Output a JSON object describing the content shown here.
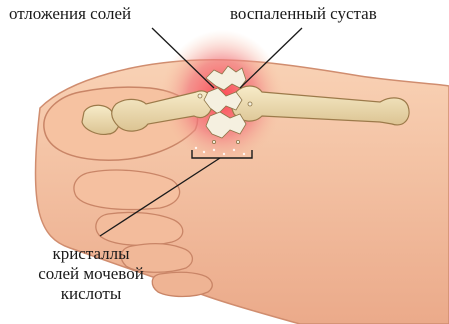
{
  "labels": {
    "salt_deposits": "отложения солей",
    "inflamed_joint": "воспаленный сустав",
    "uric_acid_crystals": [
      "кристаллы",
      "солей мочевой",
      "кислоты"
    ]
  },
  "colors": {
    "skin": "#f7c6a4",
    "skin_shadow": "#e39b7d",
    "inflammation": "#f06d74",
    "bone": "#f0dfb3",
    "bone_outline": "#9c7a4a",
    "leader_line": "#1a1a1a"
  }
}
